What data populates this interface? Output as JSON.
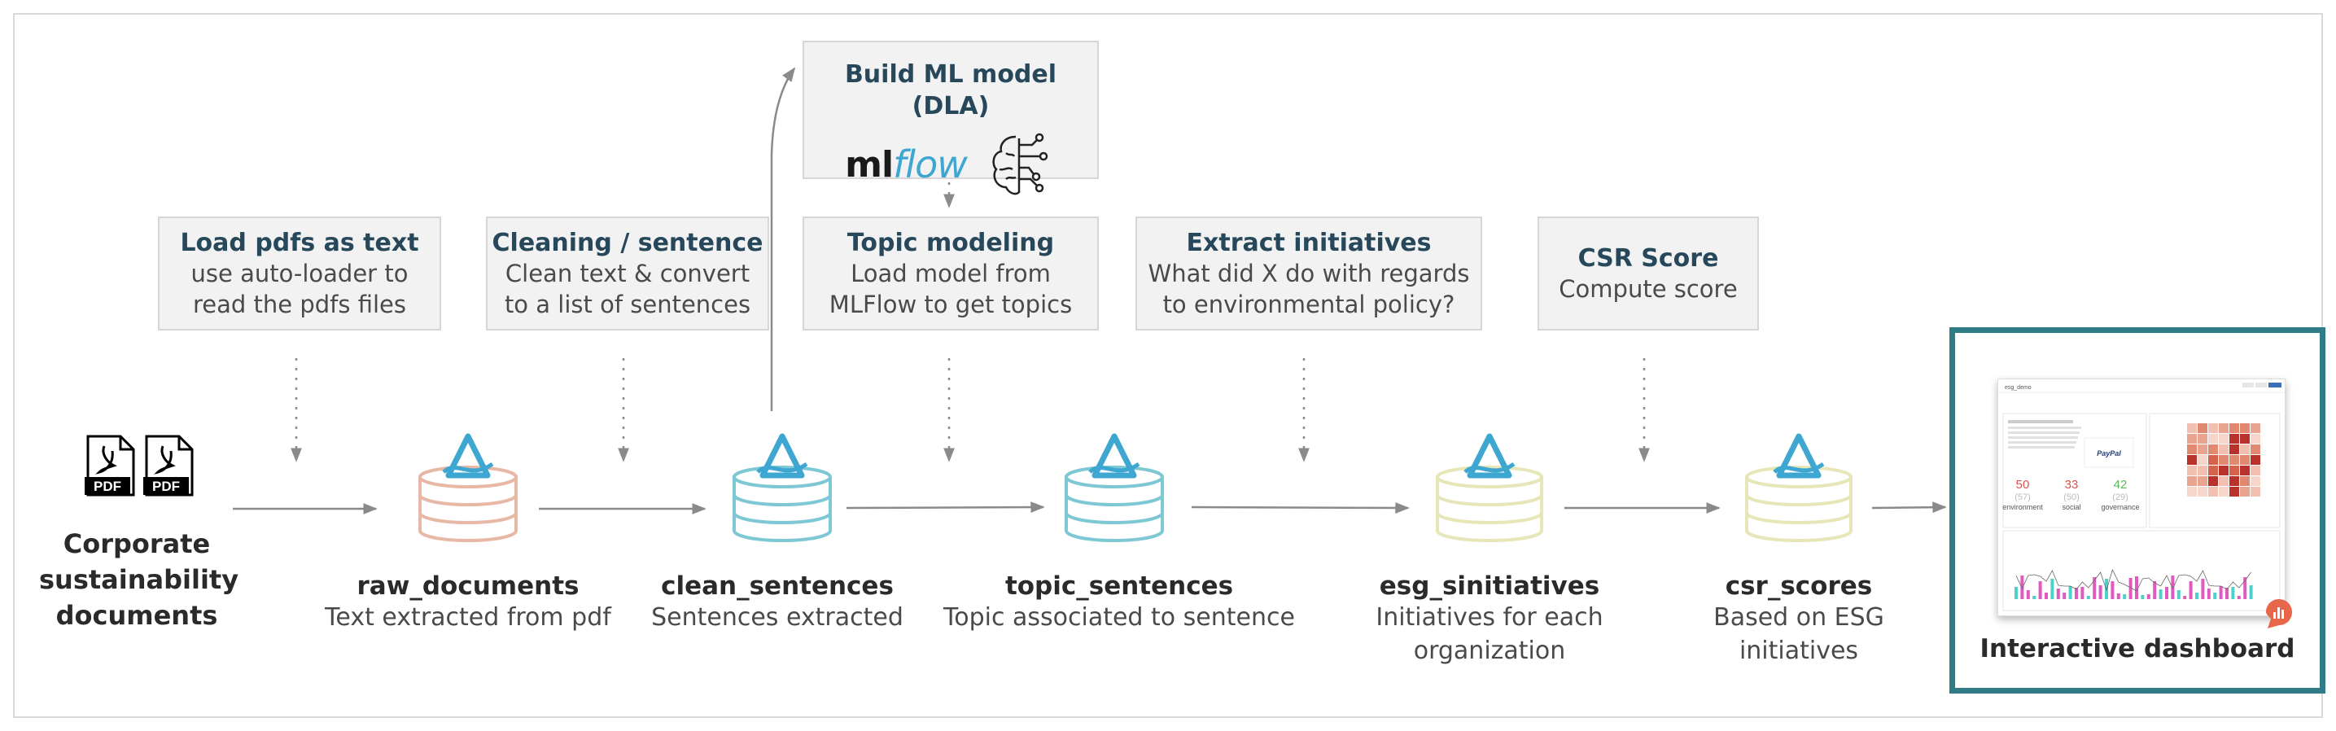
{
  "source": {
    "label": "Corporate\nsustainability\ndocuments",
    "icon_names": [
      "pdf-icon",
      "pdf-icon"
    ],
    "pdf_text": "PDF"
  },
  "steps": [
    {
      "title": "Load pdfs as text",
      "desc": "use auto-loader to\nread the pdfs files"
    },
    {
      "title": "Cleaning / sentence",
      "desc": "Clean text & convert\nto a list of sentences"
    },
    {
      "title": "Topic modeling",
      "desc": "Load model from\nMLFlow to get topics"
    },
    {
      "title": "Extract  initiatives",
      "desc": "What did X do with regards\nto environmental policy?"
    },
    {
      "title": "CSR Score",
      "desc": "Compute score"
    }
  ],
  "ml_model": {
    "title": "Build ML model (DLA)",
    "logo_ml": "ml",
    "logo_flow": "flow",
    "icon": "brain-circuit-icon"
  },
  "tables": [
    {
      "name": "raw_documents",
      "desc": "Text extracted from pdf",
      "color": "#e8b8a6"
    },
    {
      "name": "clean_sentences",
      "desc": "Sentences extracted",
      "color": "#7dc8d4"
    },
    {
      "name": "topic_sentences",
      "desc": "Topic associated to sentence",
      "color": "#7dc8d4"
    },
    {
      "name": "esg_sinitiatives",
      "desc": "Initiatives for each\norganization",
      "color": "#e6e6b8"
    },
    {
      "name": "csr_scores",
      "desc": "Based on ESG\ninitiatives",
      "color": "#e6e6b8"
    }
  ],
  "delta_logo_color": "#3ea7d1",
  "dashboard": {
    "label": "Interactive dashboard",
    "border_color": "#2f7c86",
    "thumb": {
      "app_title": "esg_demo",
      "brand": "PayPal",
      "scores": [
        {
          "value": "50",
          "sub": "(57)",
          "label": "environment",
          "color": "#d9534f"
        },
        {
          "value": "33",
          "sub": "(50)",
          "label": "social",
          "color": "#d9534f"
        },
        {
          "value": "42",
          "sub": "(29)",
          "label": "governance",
          "color": "#5cb85c"
        }
      ]
    }
  }
}
